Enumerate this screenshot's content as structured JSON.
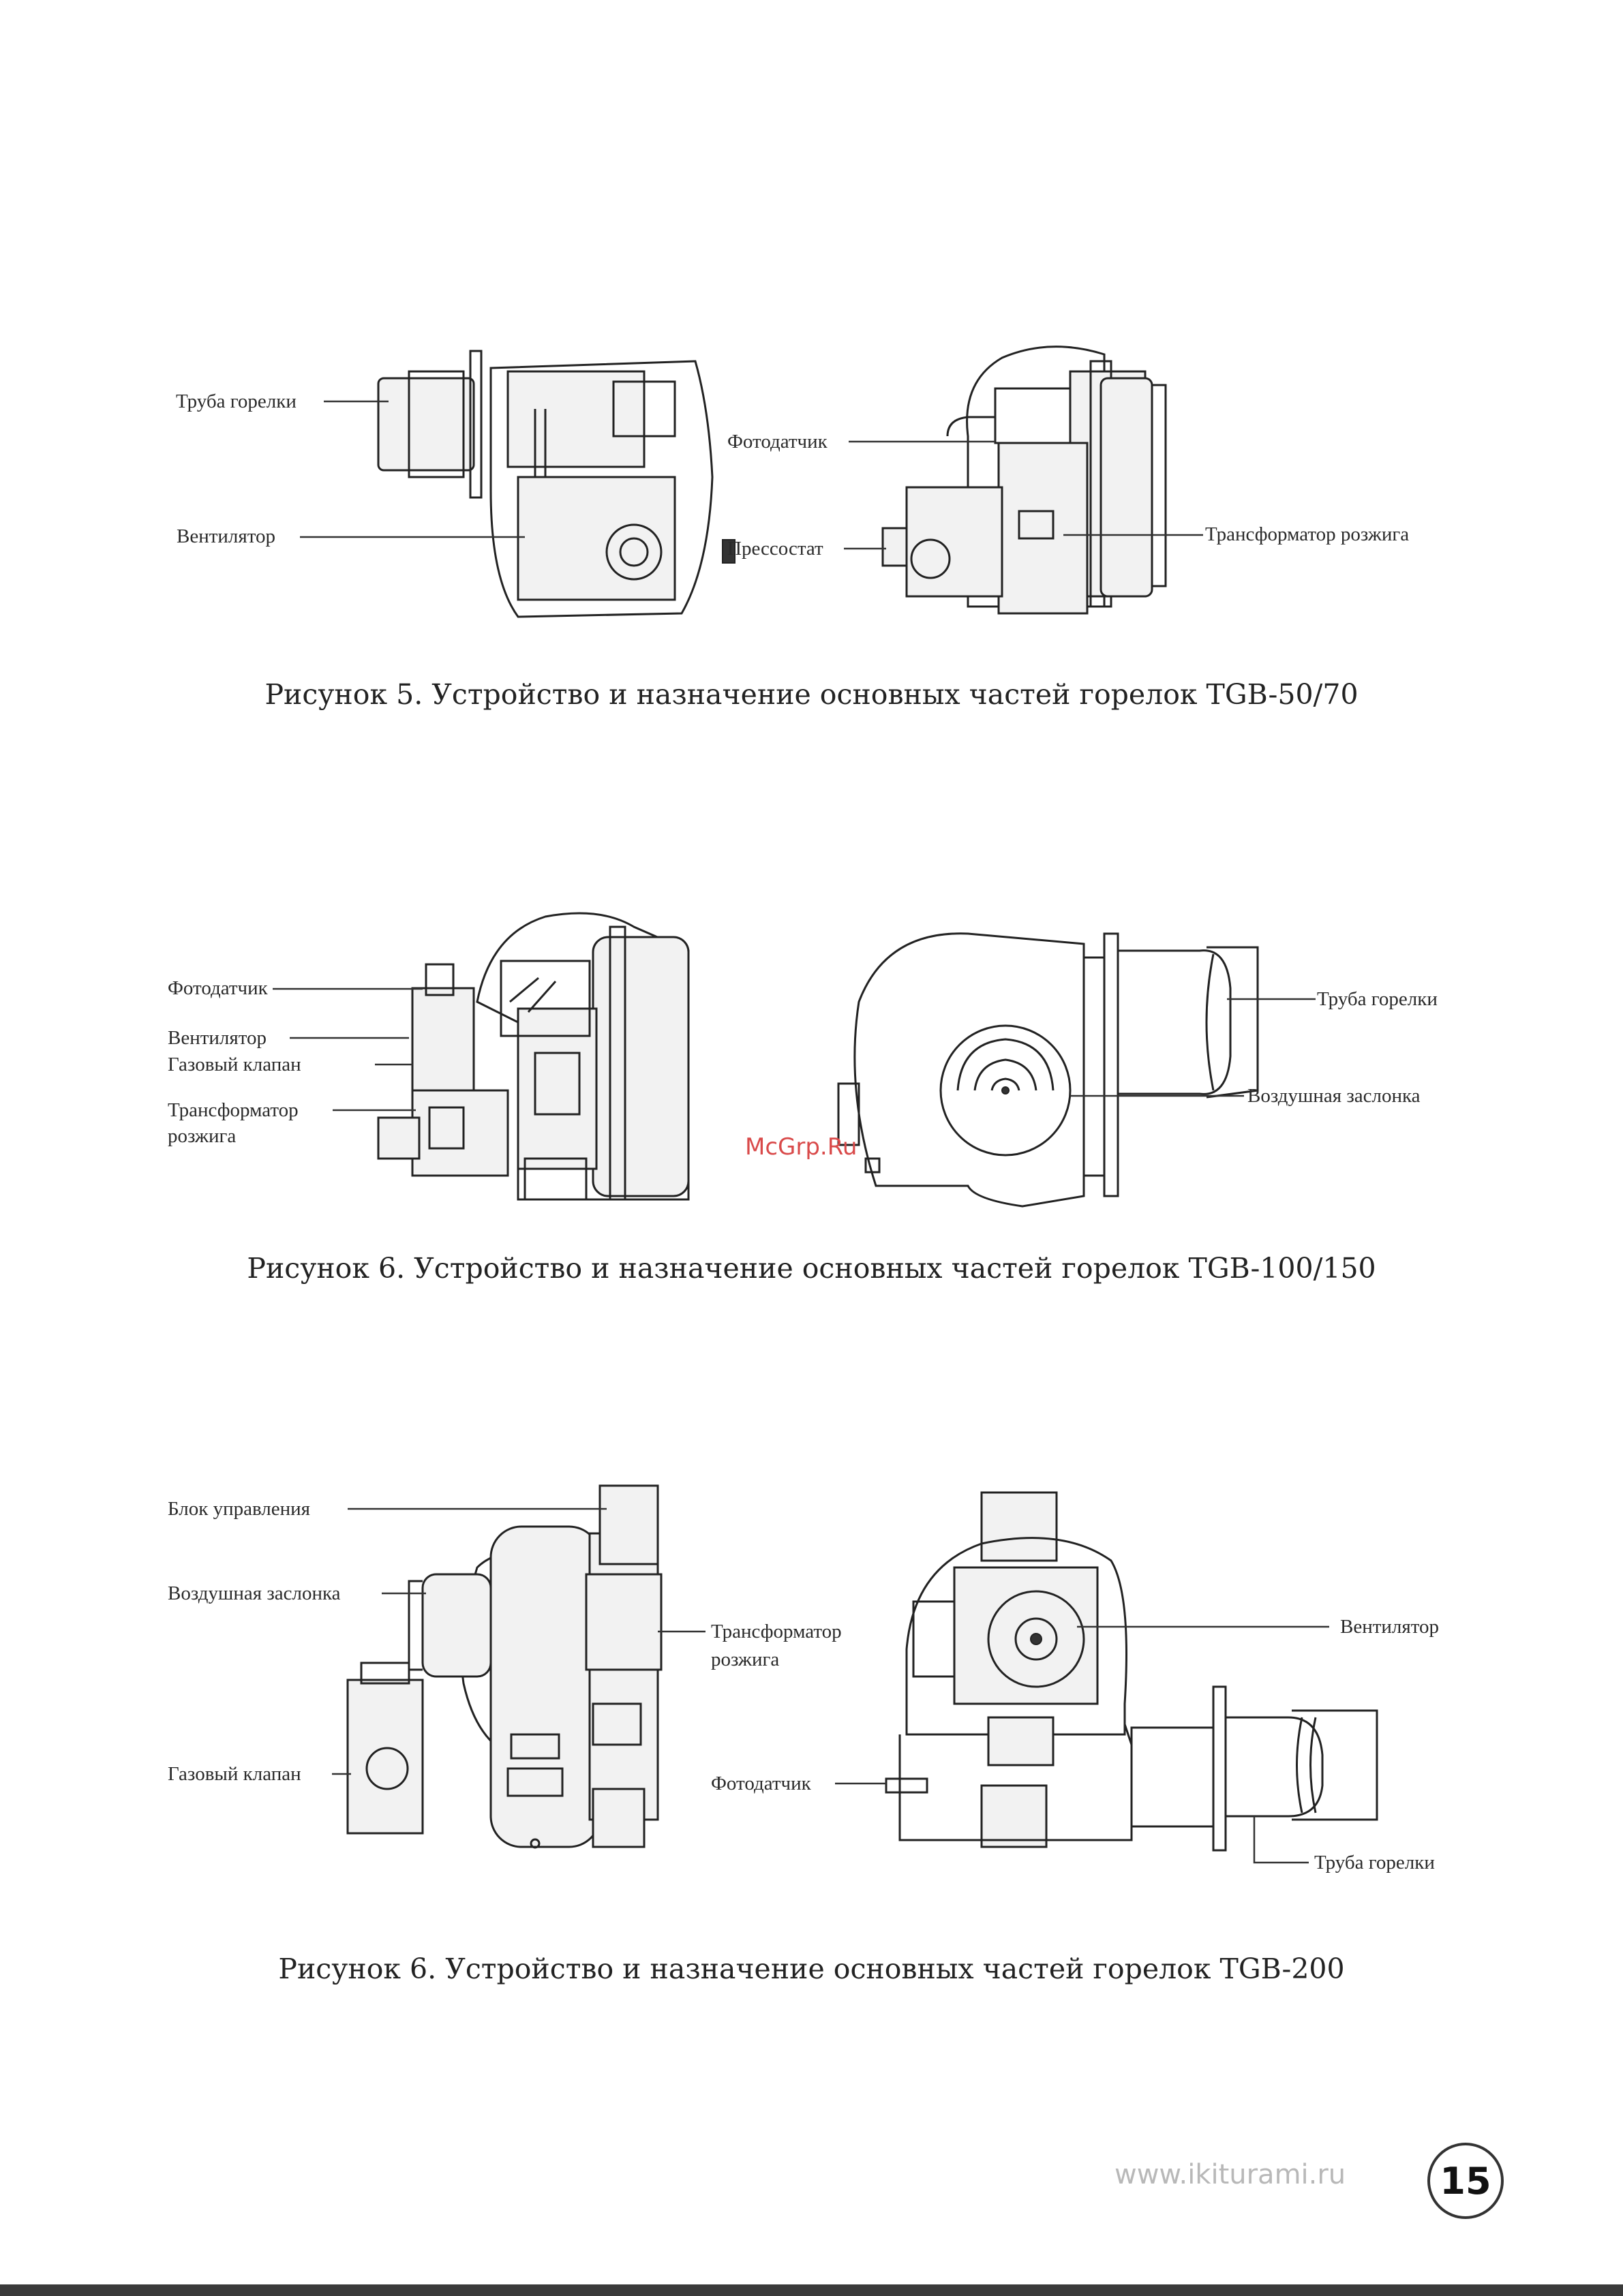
{
  "figures": [
    {
      "caption": "Рисунок 5. Устройство и назначение основных частей горелок TGB-50/70",
      "labels": {
        "burner_tube": "Труба горелки",
        "fan": "Вентилятор",
        "photosensor": "Фотодатчик",
        "pressostat": "Прессостат",
        "ignition_transformer": "Трансформатор розжига"
      }
    },
    {
      "caption": "Рисунок 6. Устройство и назначение основных частей горелок TGB-100/150",
      "labels": {
        "photosensor": "Фотодатчик",
        "fan": "Вентилятор",
        "gas_valve": "Газовый клапан",
        "ignition_transformer_1": "Трансформатор",
        "ignition_transformer_2": "розжига",
        "burner_tube": "Труба горелки",
        "air_damper": "Воздушная заслонка"
      }
    },
    {
      "caption": "Рисунок 6. Устройство и назначение основных частей горелок TGB-200",
      "labels": {
        "control_unit": "Блок управления",
        "air_damper": "Воздушная заслонка",
        "gas_valve": "Газовый клапан",
        "ignition_transformer_1": "Трансформатор",
        "ignition_transformer_2": "розжига",
        "fan": "Вентилятор",
        "photosensor": "Фотодатчик",
        "burner_tube": "Труба горелки"
      }
    }
  ],
  "watermark": "McGrp.Ru",
  "footer": {
    "url": "www.ikiturami.ru",
    "page_number": "15"
  }
}
